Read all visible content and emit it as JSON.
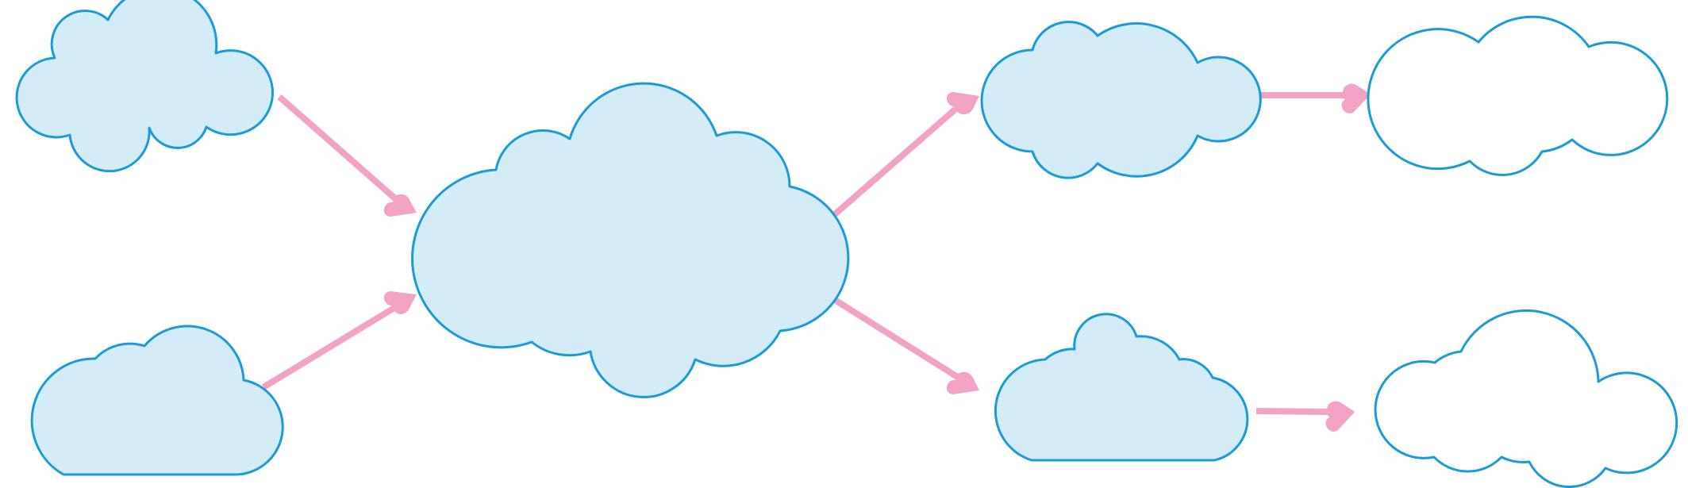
{
  "colors": {
    "cloud_stroke": "#1a9bd7",
    "cloud_fill": "#d4ecf8",
    "empty_fill": "#ffffff",
    "arrow": "#f2a2c4"
  },
  "shapes": [
    {
      "id": "source-cloud-top",
      "kind": "cloud",
      "filled": true
    },
    {
      "id": "source-cloud-bottom",
      "kind": "flat-bottom-cloud",
      "filled": true
    },
    {
      "id": "central-cloud",
      "kind": "cloud",
      "filled": true
    },
    {
      "id": "output-cloud-top",
      "kind": "cloud",
      "filled": true
    },
    {
      "id": "output-cloud-bottom",
      "kind": "flat-bottom-cloud",
      "filled": true
    },
    {
      "id": "result-cloud-top",
      "kind": "cloud",
      "filled": false
    },
    {
      "id": "result-cloud-bottom",
      "kind": "cloud",
      "filled": false
    }
  ],
  "connections": [
    {
      "from": "source-cloud-top",
      "to": "central-cloud"
    },
    {
      "from": "source-cloud-bottom",
      "to": "central-cloud"
    },
    {
      "from": "central-cloud",
      "to": "output-cloud-top"
    },
    {
      "from": "central-cloud",
      "to": "output-cloud-bottom"
    },
    {
      "from": "output-cloud-top",
      "to": "result-cloud-top"
    },
    {
      "from": "output-cloud-bottom",
      "to": "result-cloud-bottom"
    }
  ]
}
